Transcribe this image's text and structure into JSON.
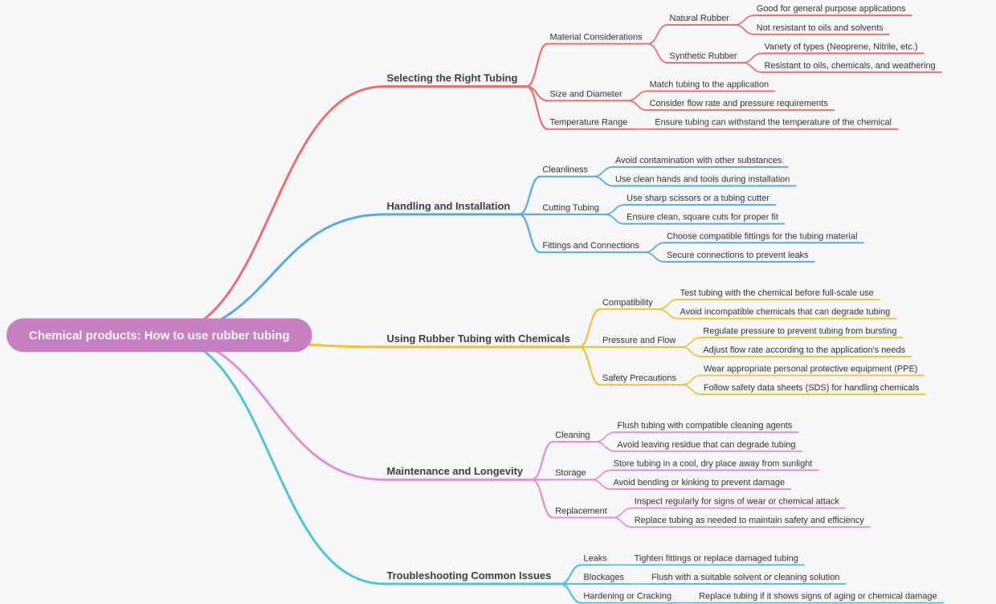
{
  "palette": {
    "background": "#f7f7f9",
    "heading_text": "#3e3e3e",
    "node_text": "#333333",
    "root_text": "#ffffff"
  },
  "root": {
    "label": "Chemical products: How to use rubber tubing",
    "color": "#c67fc2",
    "children": [
      {
        "label": "Selecting the Right Tubing",
        "color": "#ed6e6e",
        "children": [
          {
            "label": "Material Considerations",
            "children": [
              {
                "label": "Natural Rubber",
                "children": [
                  {
                    "label": "Good for general purpose applications"
                  },
                  {
                    "label": "Not resistant to oils and solvents"
                  }
                ]
              },
              {
                "label": "Synthetic Rubber",
                "children": [
                  {
                    "label": "Variety of types (Neoprene, Nitrile, etc.)"
                  },
                  {
                    "label": "Resistant to oils, chemicals, and weathering"
                  }
                ]
              }
            ]
          },
          {
            "label": "Size and Diameter",
            "children": [
              {
                "label": "Match tubing to the application"
              },
              {
                "label": "Consider flow rate and pressure requirements"
              }
            ]
          },
          {
            "label": "Temperature Range",
            "children": [
              {
                "label": "Ensure tubing can withstand the temperature of the chemical"
              }
            ]
          }
        ]
      },
      {
        "label": "Handling and Installation",
        "color": "#58abdf",
        "children": [
          {
            "label": "Cleanliness",
            "children": [
              {
                "label": "Avoid contamination with other substances"
              },
              {
                "label": "Use clean hands and tools during installation"
              }
            ]
          },
          {
            "label": "Cutting Tubing",
            "children": [
              {
                "label": "Use sharp scissors or a tubing cutter"
              },
              {
                "label": "Ensure clean, square cuts for proper fit"
              }
            ]
          },
          {
            "label": "Fittings and Connections",
            "children": [
              {
                "label": "Choose compatible fittings for the tubing material"
              },
              {
                "label": "Secure connections to prevent leaks"
              }
            ]
          }
        ]
      },
      {
        "label": "Using Rubber Tubing with Chemicals",
        "color": "#efc23a",
        "children": [
          {
            "label": "Compatibility",
            "children": [
              {
                "label": "Test tubing with the chemical before full-scale use"
              },
              {
                "label": "Avoid incompatible chemicals that can degrade tubing"
              }
            ]
          },
          {
            "label": "Pressure and Flow",
            "children": [
              {
                "label": "Regulate pressure to prevent tubing from bursting"
              },
              {
                "label": "Adjust flow rate according to the application's needs"
              }
            ]
          },
          {
            "label": "Safety Precautions",
            "children": [
              {
                "label": "Wear appropriate personal protective equipment (PPE)"
              },
              {
                "label": "Follow safety data sheets (SDS) for handling chemicals"
              }
            ]
          }
        ]
      },
      {
        "label": "Maintenance and Longevity",
        "color": "#e18fd6",
        "children": [
          {
            "label": "Cleaning",
            "children": [
              {
                "label": "Flush tubing with compatible cleaning agents"
              },
              {
                "label": "Avoid leaving residue that can degrade tubing"
              }
            ]
          },
          {
            "label": "Storage",
            "children": [
              {
                "label": "Store tubing in a cool, dry place away from sunlight"
              },
              {
                "label": "Avoid bending or kinking to prevent damage"
              }
            ]
          },
          {
            "label": "Replacement",
            "children": [
              {
                "label": "Inspect regularly for signs of wear or chemical attack"
              },
              {
                "label": "Replace tubing as needed to maintain safety and efficiency"
              }
            ]
          }
        ]
      },
      {
        "label": "Troubleshooting Common Issues",
        "color": "#4fc4d8",
        "children": [
          {
            "label": "Leaks",
            "children": [
              {
                "label": "Tighten fittings or replace damaged tubing"
              }
            ]
          },
          {
            "label": "Blockages",
            "children": [
              {
                "label": "Flush with a suitable solvent or cleaning solution"
              }
            ]
          },
          {
            "label": "Hardening or Cracking",
            "children": [
              {
                "label": "Replace tubing if it shows signs of aging or chemical damage"
              }
            ]
          }
        ]
      }
    ]
  }
}
